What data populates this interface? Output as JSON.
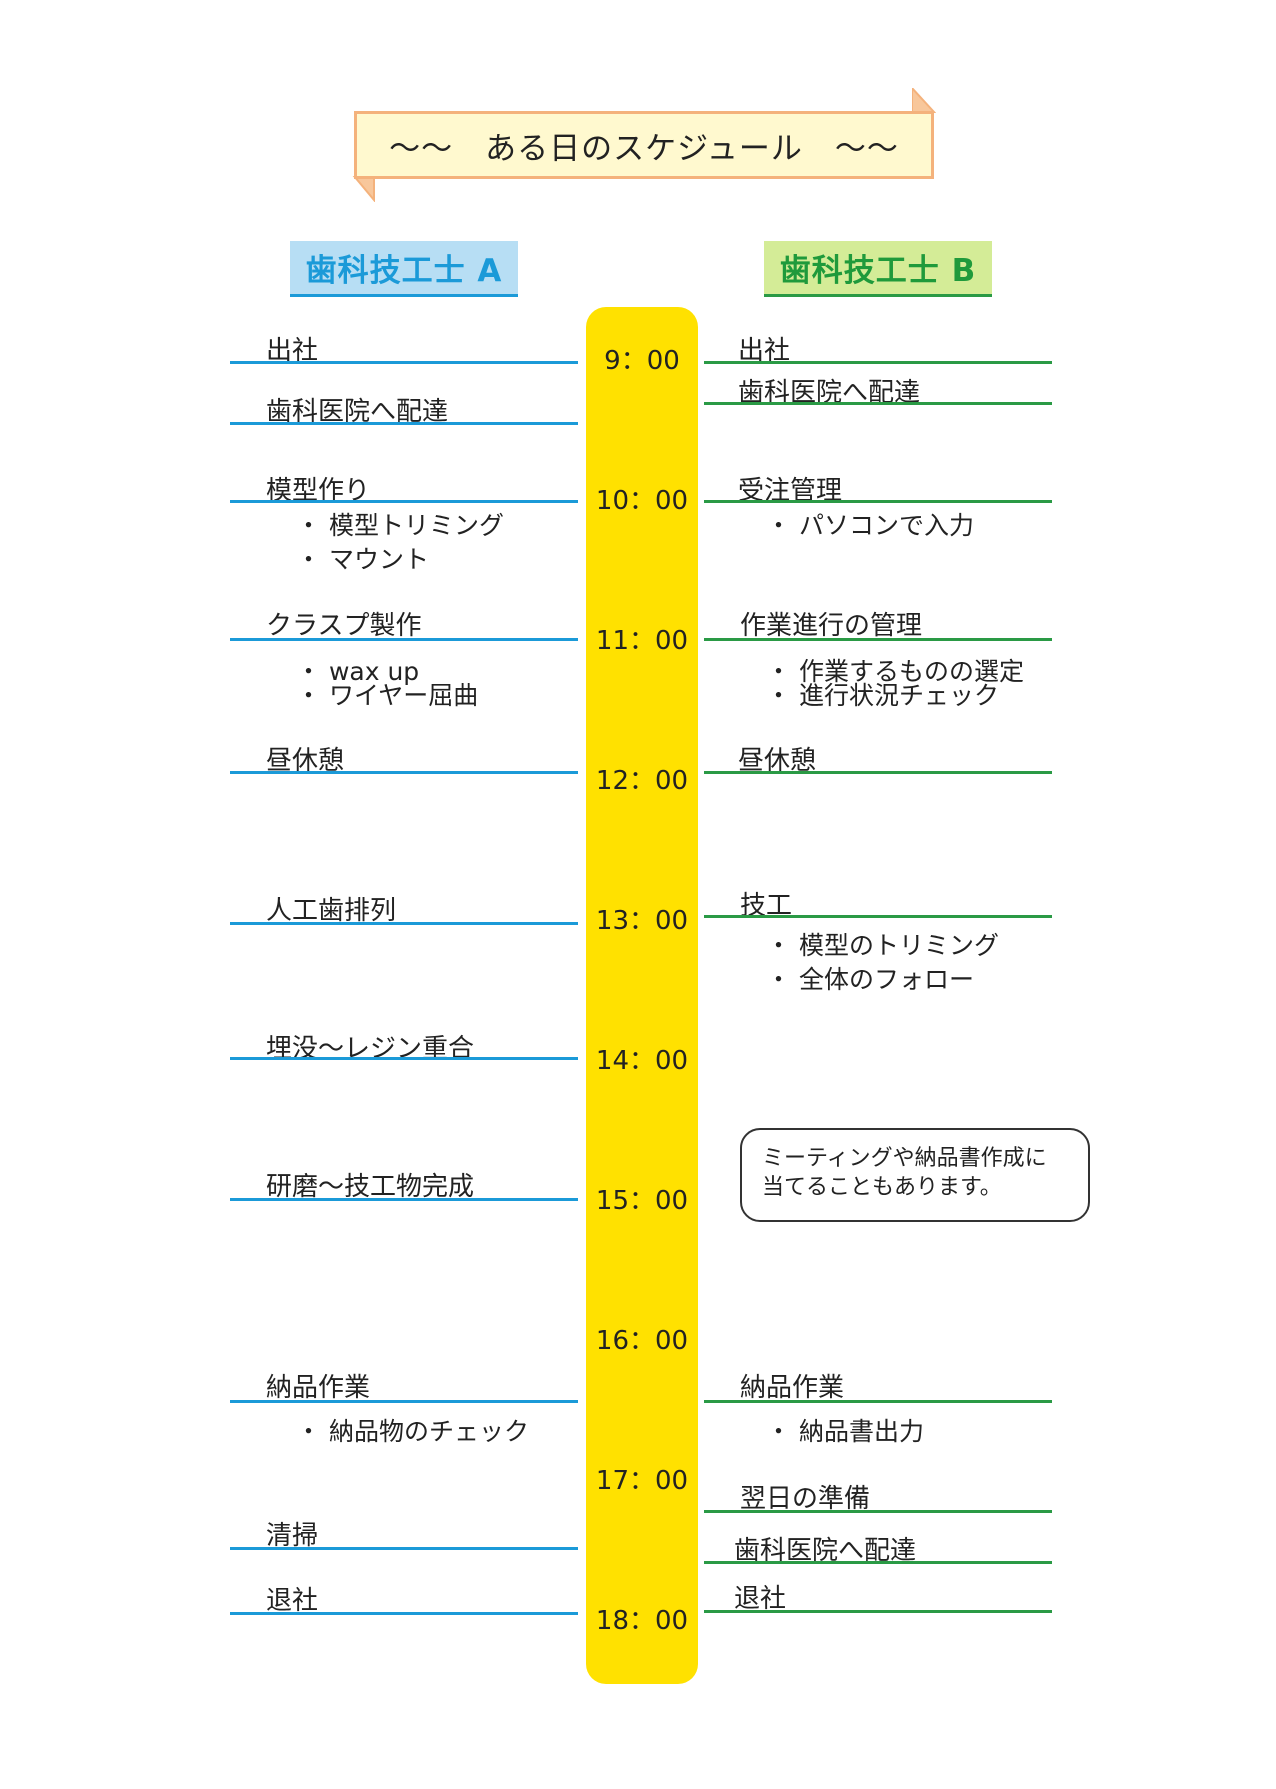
{
  "title": "～～　ある日のスケジュール　～～",
  "colors": {
    "banner_bg": "#fff9cf",
    "banner_border": "#f4b27c",
    "timeline": "#ffe100",
    "col_a": "#1b9ad8",
    "col_b": "#2a9a45"
  },
  "columns": {
    "a": "歯科技工士 A",
    "b": "歯科技工士 B"
  },
  "times": [
    "9：00",
    "10：00",
    "11：00",
    "12：00",
    "13：00",
    "14：00",
    "15：00",
    "16：00",
    "17：00",
    "18：00"
  ],
  "a": [
    {
      "label": "出社",
      "subs": []
    },
    {
      "label": "歯科医院へ配達",
      "subs": []
    },
    {
      "label": "模型作り",
      "subs": [
        "・ 模型トリミング",
        "・ マウント"
      ]
    },
    {
      "label": "クラスプ製作",
      "subs": [
        "・ wax up",
        "・ ワイヤー屈曲"
      ]
    },
    {
      "label": "昼休憩",
      "subs": []
    },
    {
      "label": "人工歯排列",
      "subs": []
    },
    {
      "label": "埋没～レジン重合",
      "subs": []
    },
    {
      "label": "研磨～技工物完成",
      "subs": []
    },
    {
      "label": "納品作業",
      "subs": [
        "・ 納品物のチェック"
      ]
    },
    {
      "label": "清掃",
      "subs": []
    },
    {
      "label": "退社",
      "subs": []
    }
  ],
  "b": [
    {
      "label": "出社",
      "subs": []
    },
    {
      "label": "歯科医院へ配達",
      "subs": []
    },
    {
      "label": "受注管理",
      "subs": [
        "・ パソコンで入力"
      ]
    },
    {
      "label": "作業進行の管理",
      "subs": [
        "・ 作業するものの選定",
        "・ 進行状況チェック"
      ]
    },
    {
      "label": "昼休憩",
      "subs": []
    },
    {
      "label": "技工",
      "subs": [
        "・ 模型のトリミング",
        "・ 全体のフォロー"
      ]
    },
    {
      "label": "納品作業",
      "subs": [
        "・ 納品書出力"
      ]
    },
    {
      "label": "翌日の準備",
      "subs": []
    },
    {
      "label": "歯科医院へ配達",
      "subs": []
    },
    {
      "label": "退社",
      "subs": []
    }
  ],
  "note": {
    "line1": "ミーティングや納品書作成に",
    "line2": "当てることもあります。"
  }
}
